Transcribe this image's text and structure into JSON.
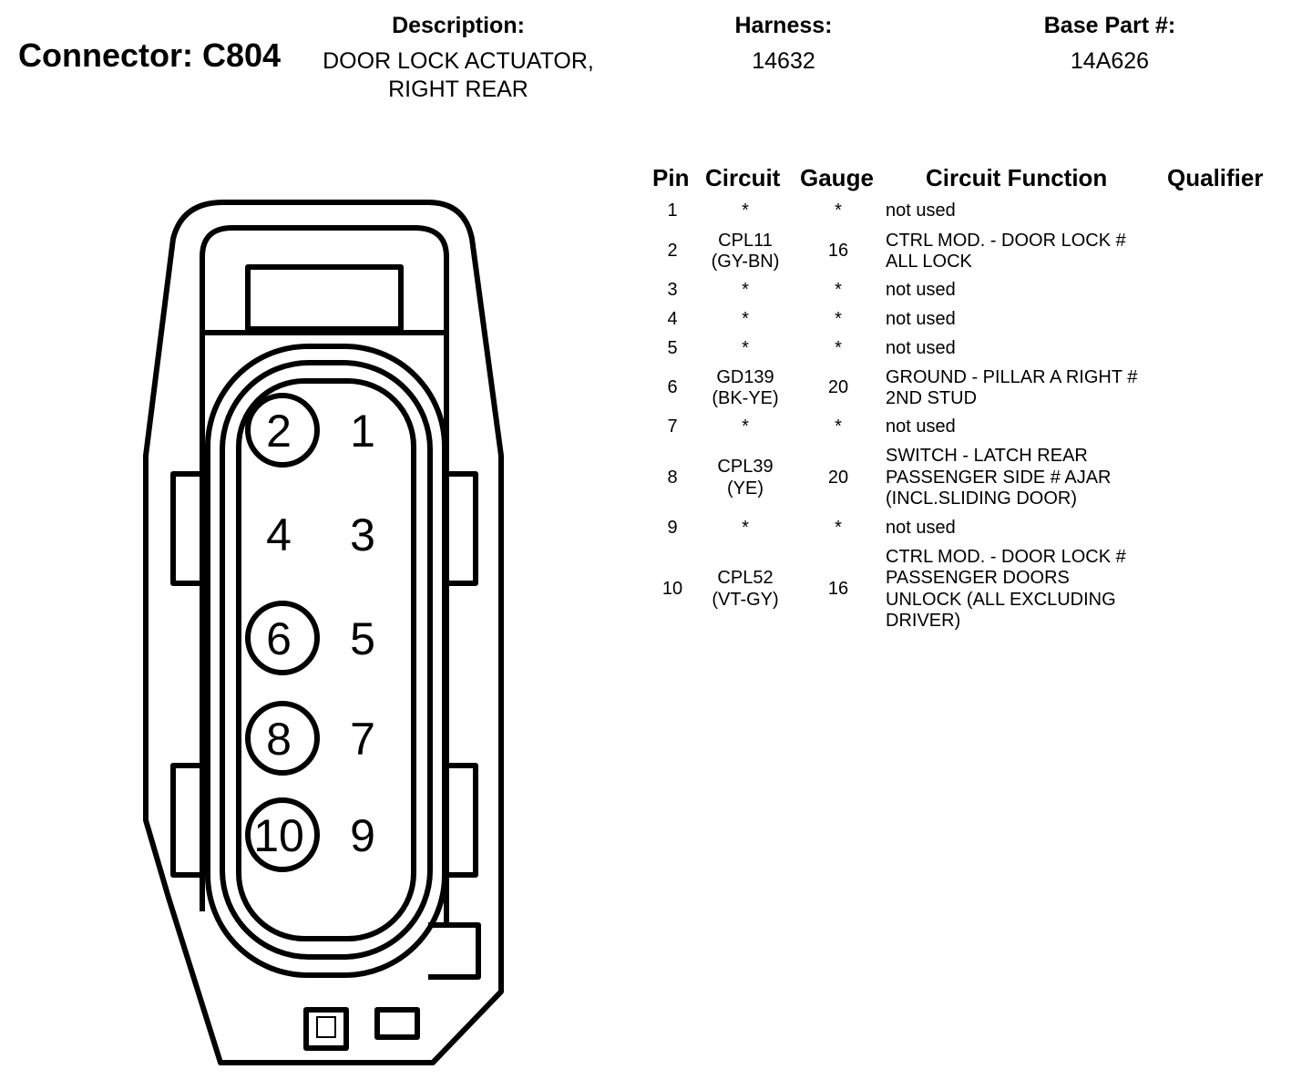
{
  "header": {
    "connector_title": "Connector: C804",
    "description_label": "Description:",
    "description_value": "DOOR LOCK ACTUATOR,\nRIGHT REAR",
    "harness_label": "Harness:",
    "harness_value": "14632",
    "base_part_label": "Base Part #:",
    "base_part_value": "14A626"
  },
  "table": {
    "columns": [
      "Pin",
      "Circuit",
      "Gauge",
      "Circuit Function",
      "Qualifier"
    ],
    "rows": [
      {
        "pin": "1",
        "circuit": "*",
        "gauge": "*",
        "function": "not used",
        "qualifier": ""
      },
      {
        "pin": "2",
        "circuit": "CPL11\n(GY-BN)",
        "gauge": "16",
        "function": "CTRL MOD. - DOOR LOCK #\nALL LOCK",
        "qualifier": ""
      },
      {
        "pin": "3",
        "circuit": "*",
        "gauge": "*",
        "function": "not used",
        "qualifier": ""
      },
      {
        "pin": "4",
        "circuit": "*",
        "gauge": "*",
        "function": "not used",
        "qualifier": ""
      },
      {
        "pin": "5",
        "circuit": "*",
        "gauge": "*",
        "function": "not used",
        "qualifier": ""
      },
      {
        "pin": "6",
        "circuit": "GD139\n(BK-YE)",
        "gauge": "20",
        "function": "GROUND - PILLAR A RIGHT #\n2ND STUD",
        "qualifier": ""
      },
      {
        "pin": "7",
        "circuit": "*",
        "gauge": "*",
        "function": "not used",
        "qualifier": ""
      },
      {
        "pin": "8",
        "circuit": "CPL39\n(YE)",
        "gauge": "20",
        "function": "SWITCH - LATCH REAR\nPASSENGER SIDE # AJAR\n(INCL.SLIDING DOOR)",
        "qualifier": ""
      },
      {
        "pin": "9",
        "circuit": "*",
        "gauge": "*",
        "function": "not used",
        "qualifier": ""
      },
      {
        "pin": "10",
        "circuit": "CPL52\n(VT-GY)",
        "gauge": "16",
        "function": "CTRL MOD. - DOOR LOCK #\nPASSENGER DOORS\nUNLOCK (ALL EXCLUDING\nDRIVER)",
        "qualifier": ""
      }
    ]
  },
  "connector_pins": {
    "left_column": [
      "2",
      "4",
      "6",
      "8",
      "10"
    ],
    "right_column": [
      "1",
      "3",
      "5",
      "7",
      "9"
    ],
    "circled_pins": [
      "2",
      "6",
      "8",
      "10"
    ]
  }
}
